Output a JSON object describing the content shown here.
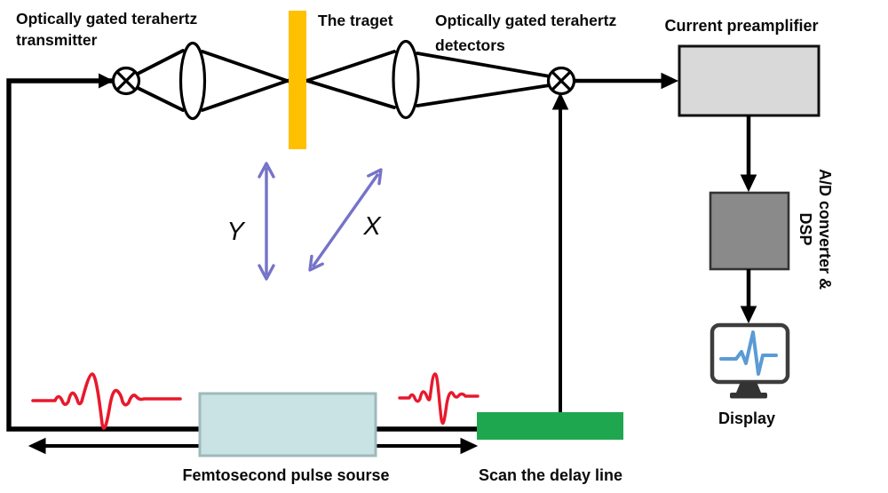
{
  "figure": {
    "labels": {
      "transmitter_1": "Optically gated terahertz",
      "transmitter_2": "transmitter",
      "target": "The traget",
      "detectors_1": "Optically gated terahertz",
      "detectors_2": "detectors",
      "preamplifier": "Current preamplifier",
      "adc_1": "A/D converter &",
      "adc_2": "DSP",
      "display": "Display",
      "delay_line": "Scan the delay line",
      "pulse_source": "Femtosecond pulse sourse",
      "axis_x": "X",
      "axis_y": "Y"
    },
    "colors": {
      "target_bar": "#FFC000",
      "delay_line_box": "#1FA750",
      "pulse_source_fill": "#C9E3E5",
      "pulse_source_border": "#9FB9BC",
      "preamplifier_fill": "#D9D9D9",
      "adc_fill": "#8A8A8A",
      "scan_axis_arrows": "#7573C8",
      "terahertz_pulse": "#E8192C",
      "display_waveform": "#5B9BD5",
      "monitor_frame": "#3D3D3D",
      "diagram_lines": "#000000"
    }
  }
}
